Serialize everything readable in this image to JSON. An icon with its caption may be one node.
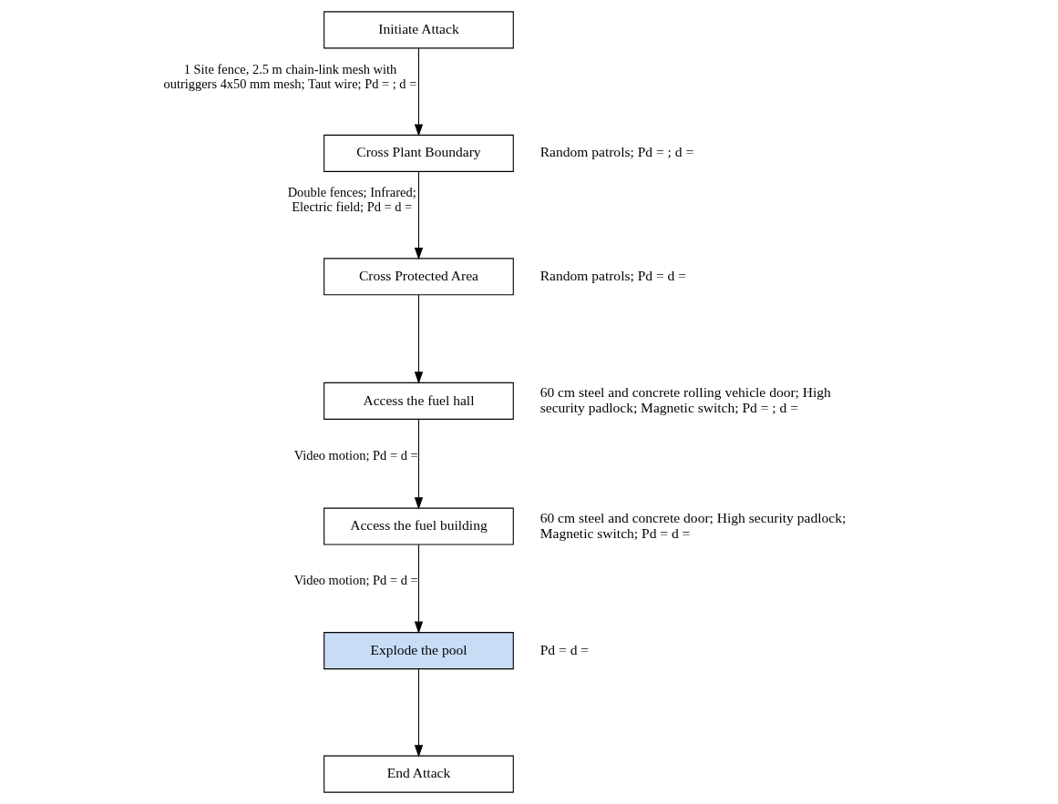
{
  "diagram": {
    "nodes": [
      {
        "text": [
          "Initiate Attack"
        ]
      },
      {
        "text": [
          "Cross Plant Boundary"
        ],
        "beside": [
          "Random patrols; Pd = ; d ="
        ]
      },
      {
        "text": [
          "Cross Protected Area"
        ],
        "beside": [
          "Random patrols; Pd = d ="
        ]
      },
      {
        "text": [
          "Access the fuel hall"
        ],
        "beside": [
          "60 cm steel and concrete rolling vehicle door; High security padlock; Magnetic switch; Pd = ; d ="
        ]
      },
      {
        "text": [
          "Access the fuel building"
        ],
        "beside": [
          "60 cm steel and concrete door; High security padlock; Magnetic switch; Pd = d ="
        ]
      },
      {
        "text": [
          "Explode the pool"
        ],
        "beside": [
          "Pd = d ="
        ]
      },
      {
        "text": [
          "End Attack"
        ]
      }
    ],
    "edges": [
      {
        "from": 0,
        "to": 1,
        "arrow": "to",
        "label": "1 Site fence, 2.5 m chain-link mesh with outriggers 4x50 mm mesh; Taut wire; Pd = ; d ="
      },
      {
        "from": 1,
        "to": 2,
        "arrow": "to",
        "label": "Double fences; Infrared; Electric field; Pd = d ="
      },
      {
        "from": 2,
        "to": 3,
        "arrow": "to"
      },
      {
        "from": 3,
        "to": 4,
        "arrow": "to",
        "label": "Video motion; Pd = d ="
      },
      {
        "from": 4,
        "to": 5,
        "arrow": "to",
        "label": "Video motion; Pd = d ="
      },
      {
        "from": 5,
        "to": 6,
        "arrow": "to"
      }
    ]
  }
}
